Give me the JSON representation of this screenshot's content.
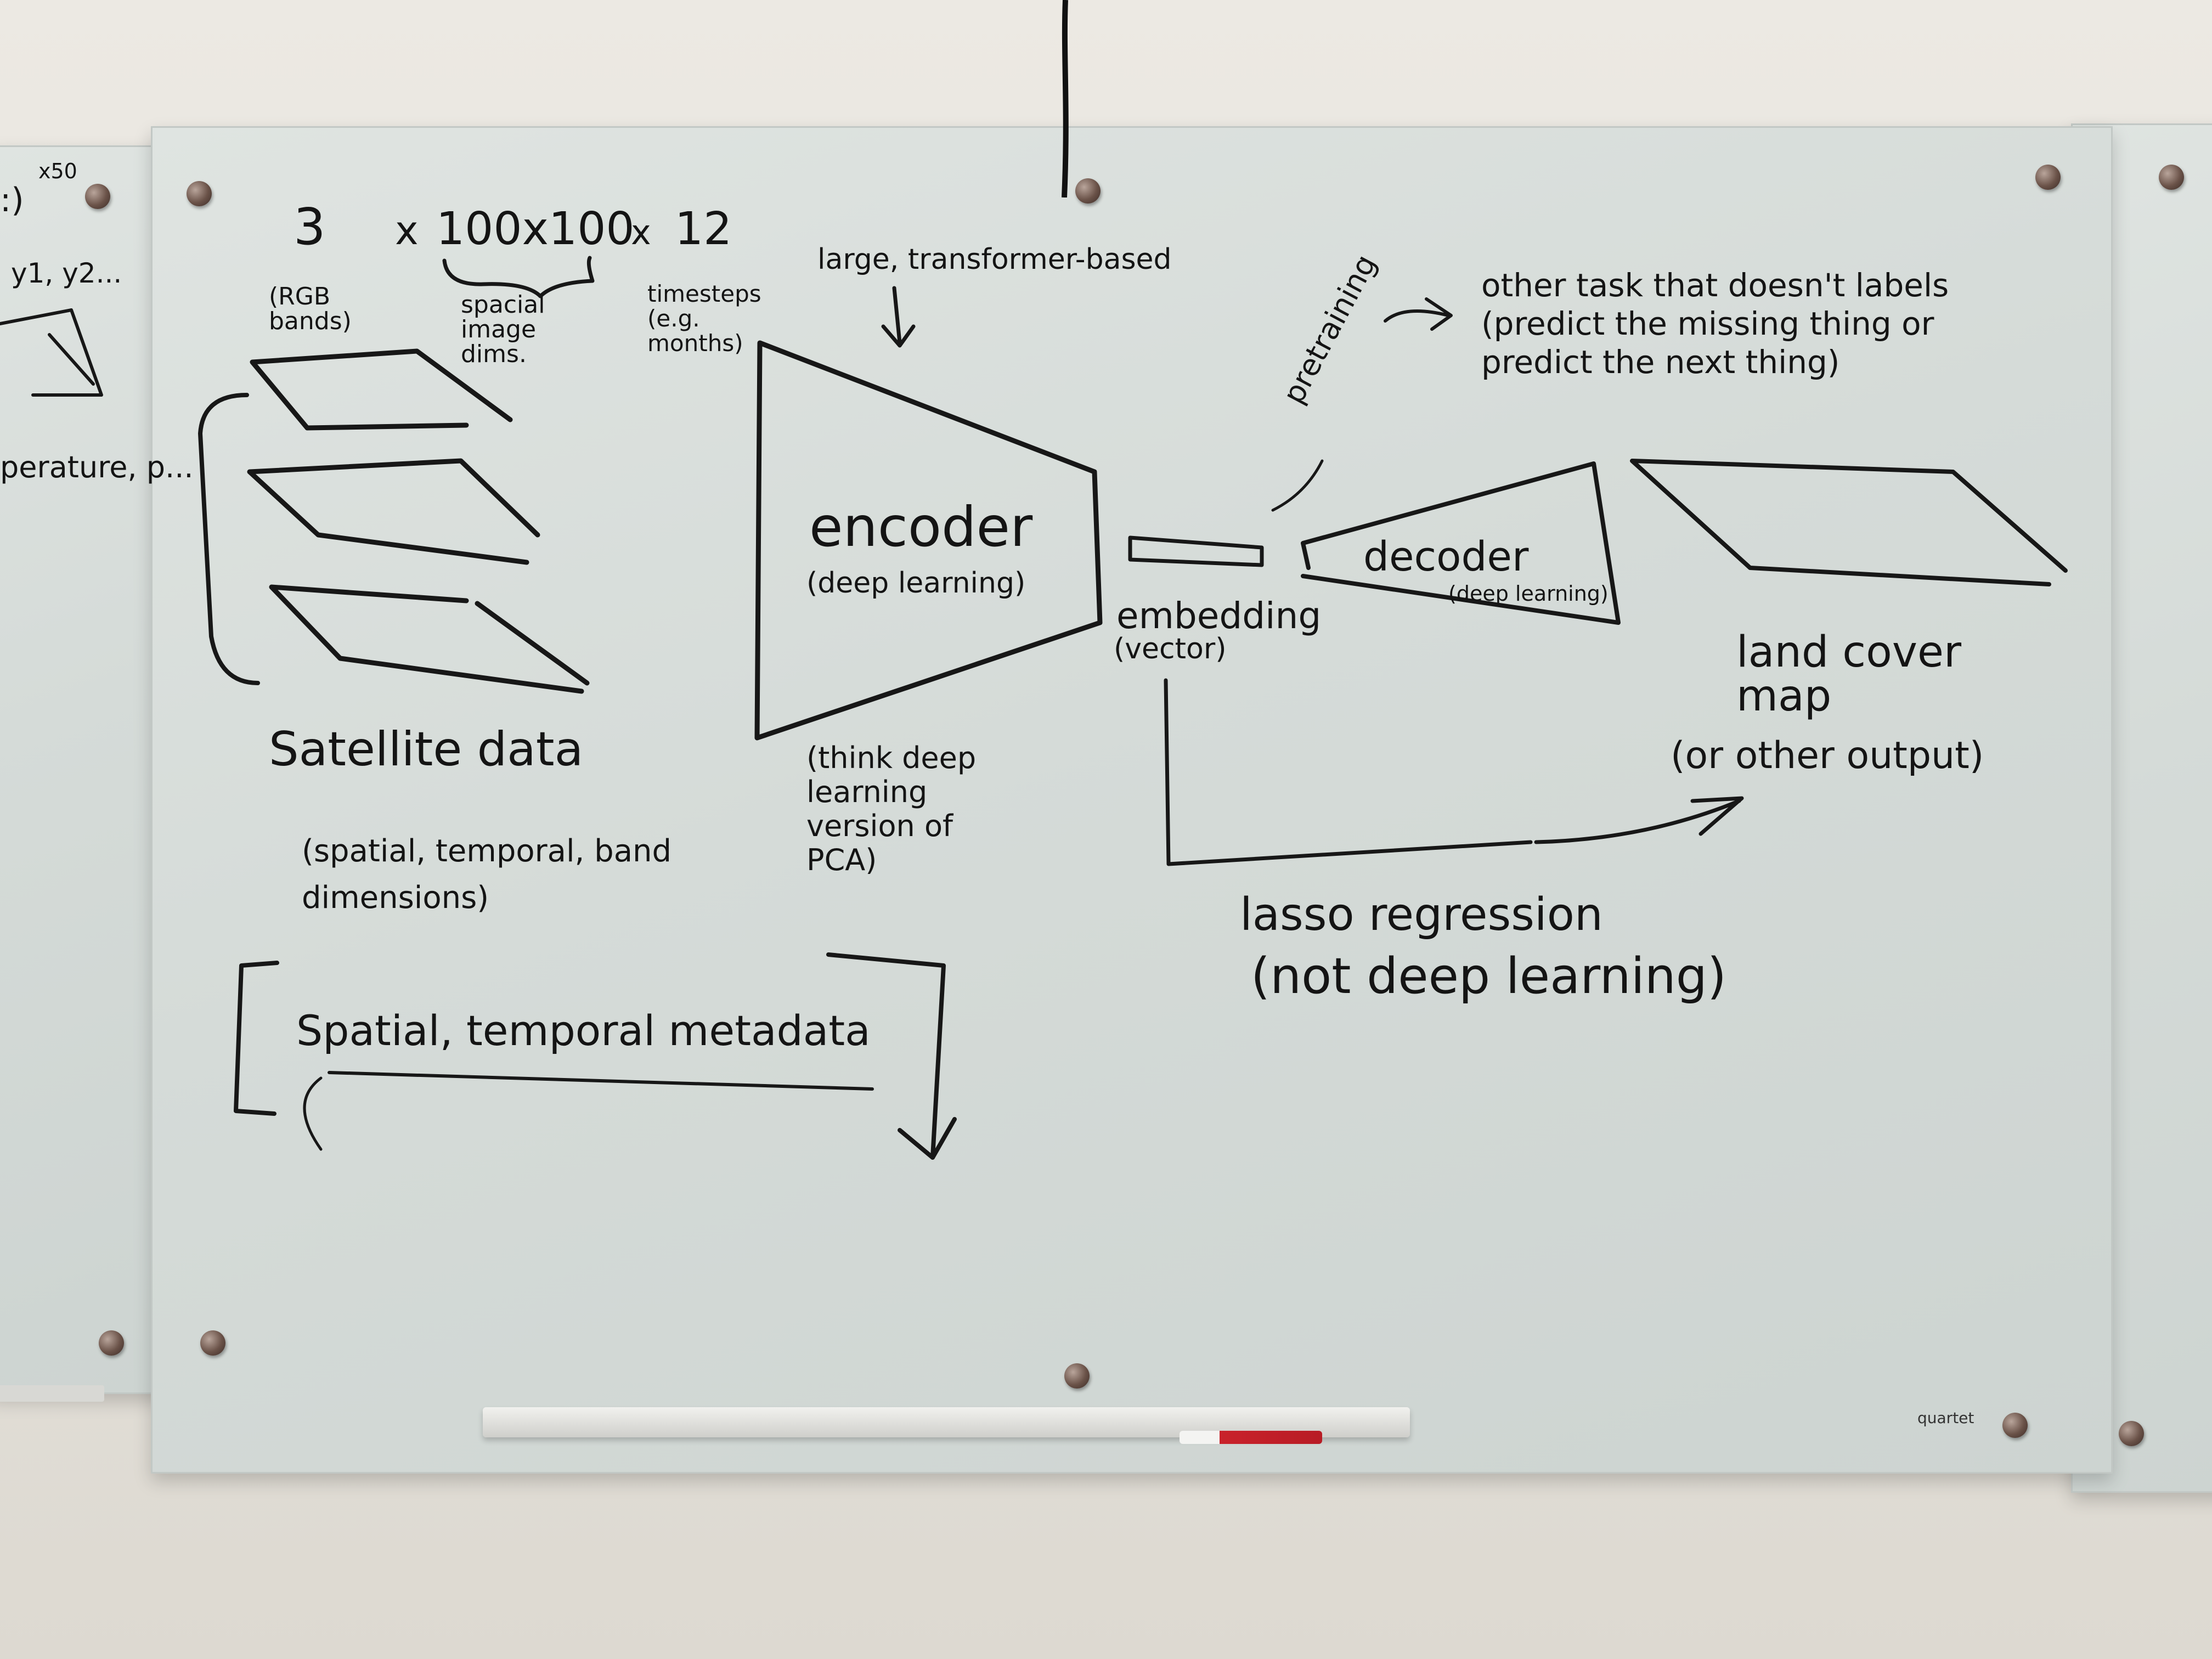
{
  "input": {
    "dim_bands": "3",
    "dim_bands_note": "(RGB bands)",
    "times_1": "x",
    "dim_spatial": "100x100",
    "dim_spatial_note": "spacial image dims.",
    "times_2": "x",
    "dim_time": "12",
    "dim_time_note": "timesteps (e.g. months)",
    "label": "Satellite data",
    "label_sub": "(spatial, temporal, band dimensions)",
    "metadata": "Spatial, temporal metadata"
  },
  "encoder": {
    "note": "large, transformer-based",
    "label": "encoder",
    "sub": "(deep learning)",
    "analogy": "(think deep learning version of PCA)"
  },
  "embedding": {
    "label": "embedding",
    "sub": "(vector)"
  },
  "decoder": {
    "label": "decoder",
    "sub": "(deep learning)"
  },
  "output": {
    "label": "land cover map",
    "sub": "(or other output)"
  },
  "pretraining": {
    "label": "pretraining",
    "task": "other task that doesn't labels (predict the missing thing or predict the next thing)"
  },
  "regression": {
    "label": "lasso regression",
    "sub": "(not deep learning)"
  },
  "left_board": {
    "fragment_1": "x50",
    "fragment_2": ":)",
    "fragment_3": "y1, y2...",
    "fragment_4": "perature, p..."
  },
  "brand": "quartet"
}
